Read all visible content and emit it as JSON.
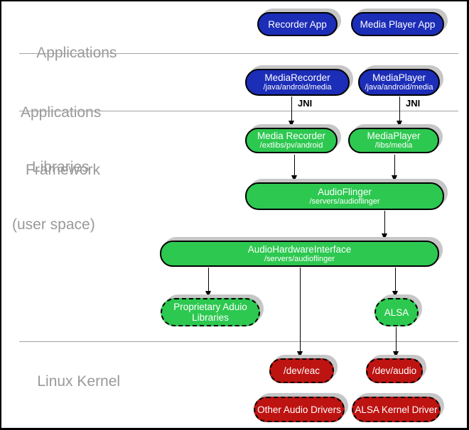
{
  "layers": {
    "applications": {
      "label": "Applications"
    },
    "applications_framework": {
      "line1": "Applications",
      "line2": "Framework"
    },
    "libraries": {
      "line1": "Libraries",
      "line2": "(user space)"
    },
    "linux_kernel": {
      "label": "Linux Kernel"
    }
  },
  "nodes": {
    "recorder_app": {
      "label": "Recorder App"
    },
    "media_player_app": {
      "label": "Media Player App"
    },
    "media_recorder_framework": {
      "label": "MediaRecorder",
      "sub": "/java/android/media"
    },
    "media_player_framework": {
      "label": "MediaPlayer",
      "sub": "/java/android/media"
    },
    "media_recorder_lib": {
      "label": "Media Recorder",
      "sub": "/extlibs/pv/android"
    },
    "media_player_lib": {
      "label": "MediaPlayer",
      "sub": "/libs/media"
    },
    "audio_flinger": {
      "label": "AudioFlinger",
      "sub": "/servers/audioflinger"
    },
    "audio_hardware_interface": {
      "label": "AudioHardwareInterface",
      "sub": "/servers/audioflinger"
    },
    "proprietary_audio_libraries": {
      "line1": "Proprietary Aduio",
      "line2": "Libraries"
    },
    "alsa": {
      "label": "ALSA"
    },
    "dev_eac": {
      "label": "/dev/eac"
    },
    "dev_audio": {
      "label": "/dev/audio"
    },
    "other_audio_drivers": {
      "label": "Other Audio Drivers"
    },
    "alsa_kernel_driver": {
      "label": "ALSA Kernel Driver"
    }
  },
  "edge_labels": {
    "jni_left": "JNI",
    "jni_right": "JNI"
  },
  "colors": {
    "framework_blue": "#1c2db8",
    "library_green": "#2dc850",
    "kernel_red": "#bd1311",
    "layer_label_gray": "#999999",
    "shadow_gray": "#c6c6c6",
    "line_black": "#000000"
  }
}
